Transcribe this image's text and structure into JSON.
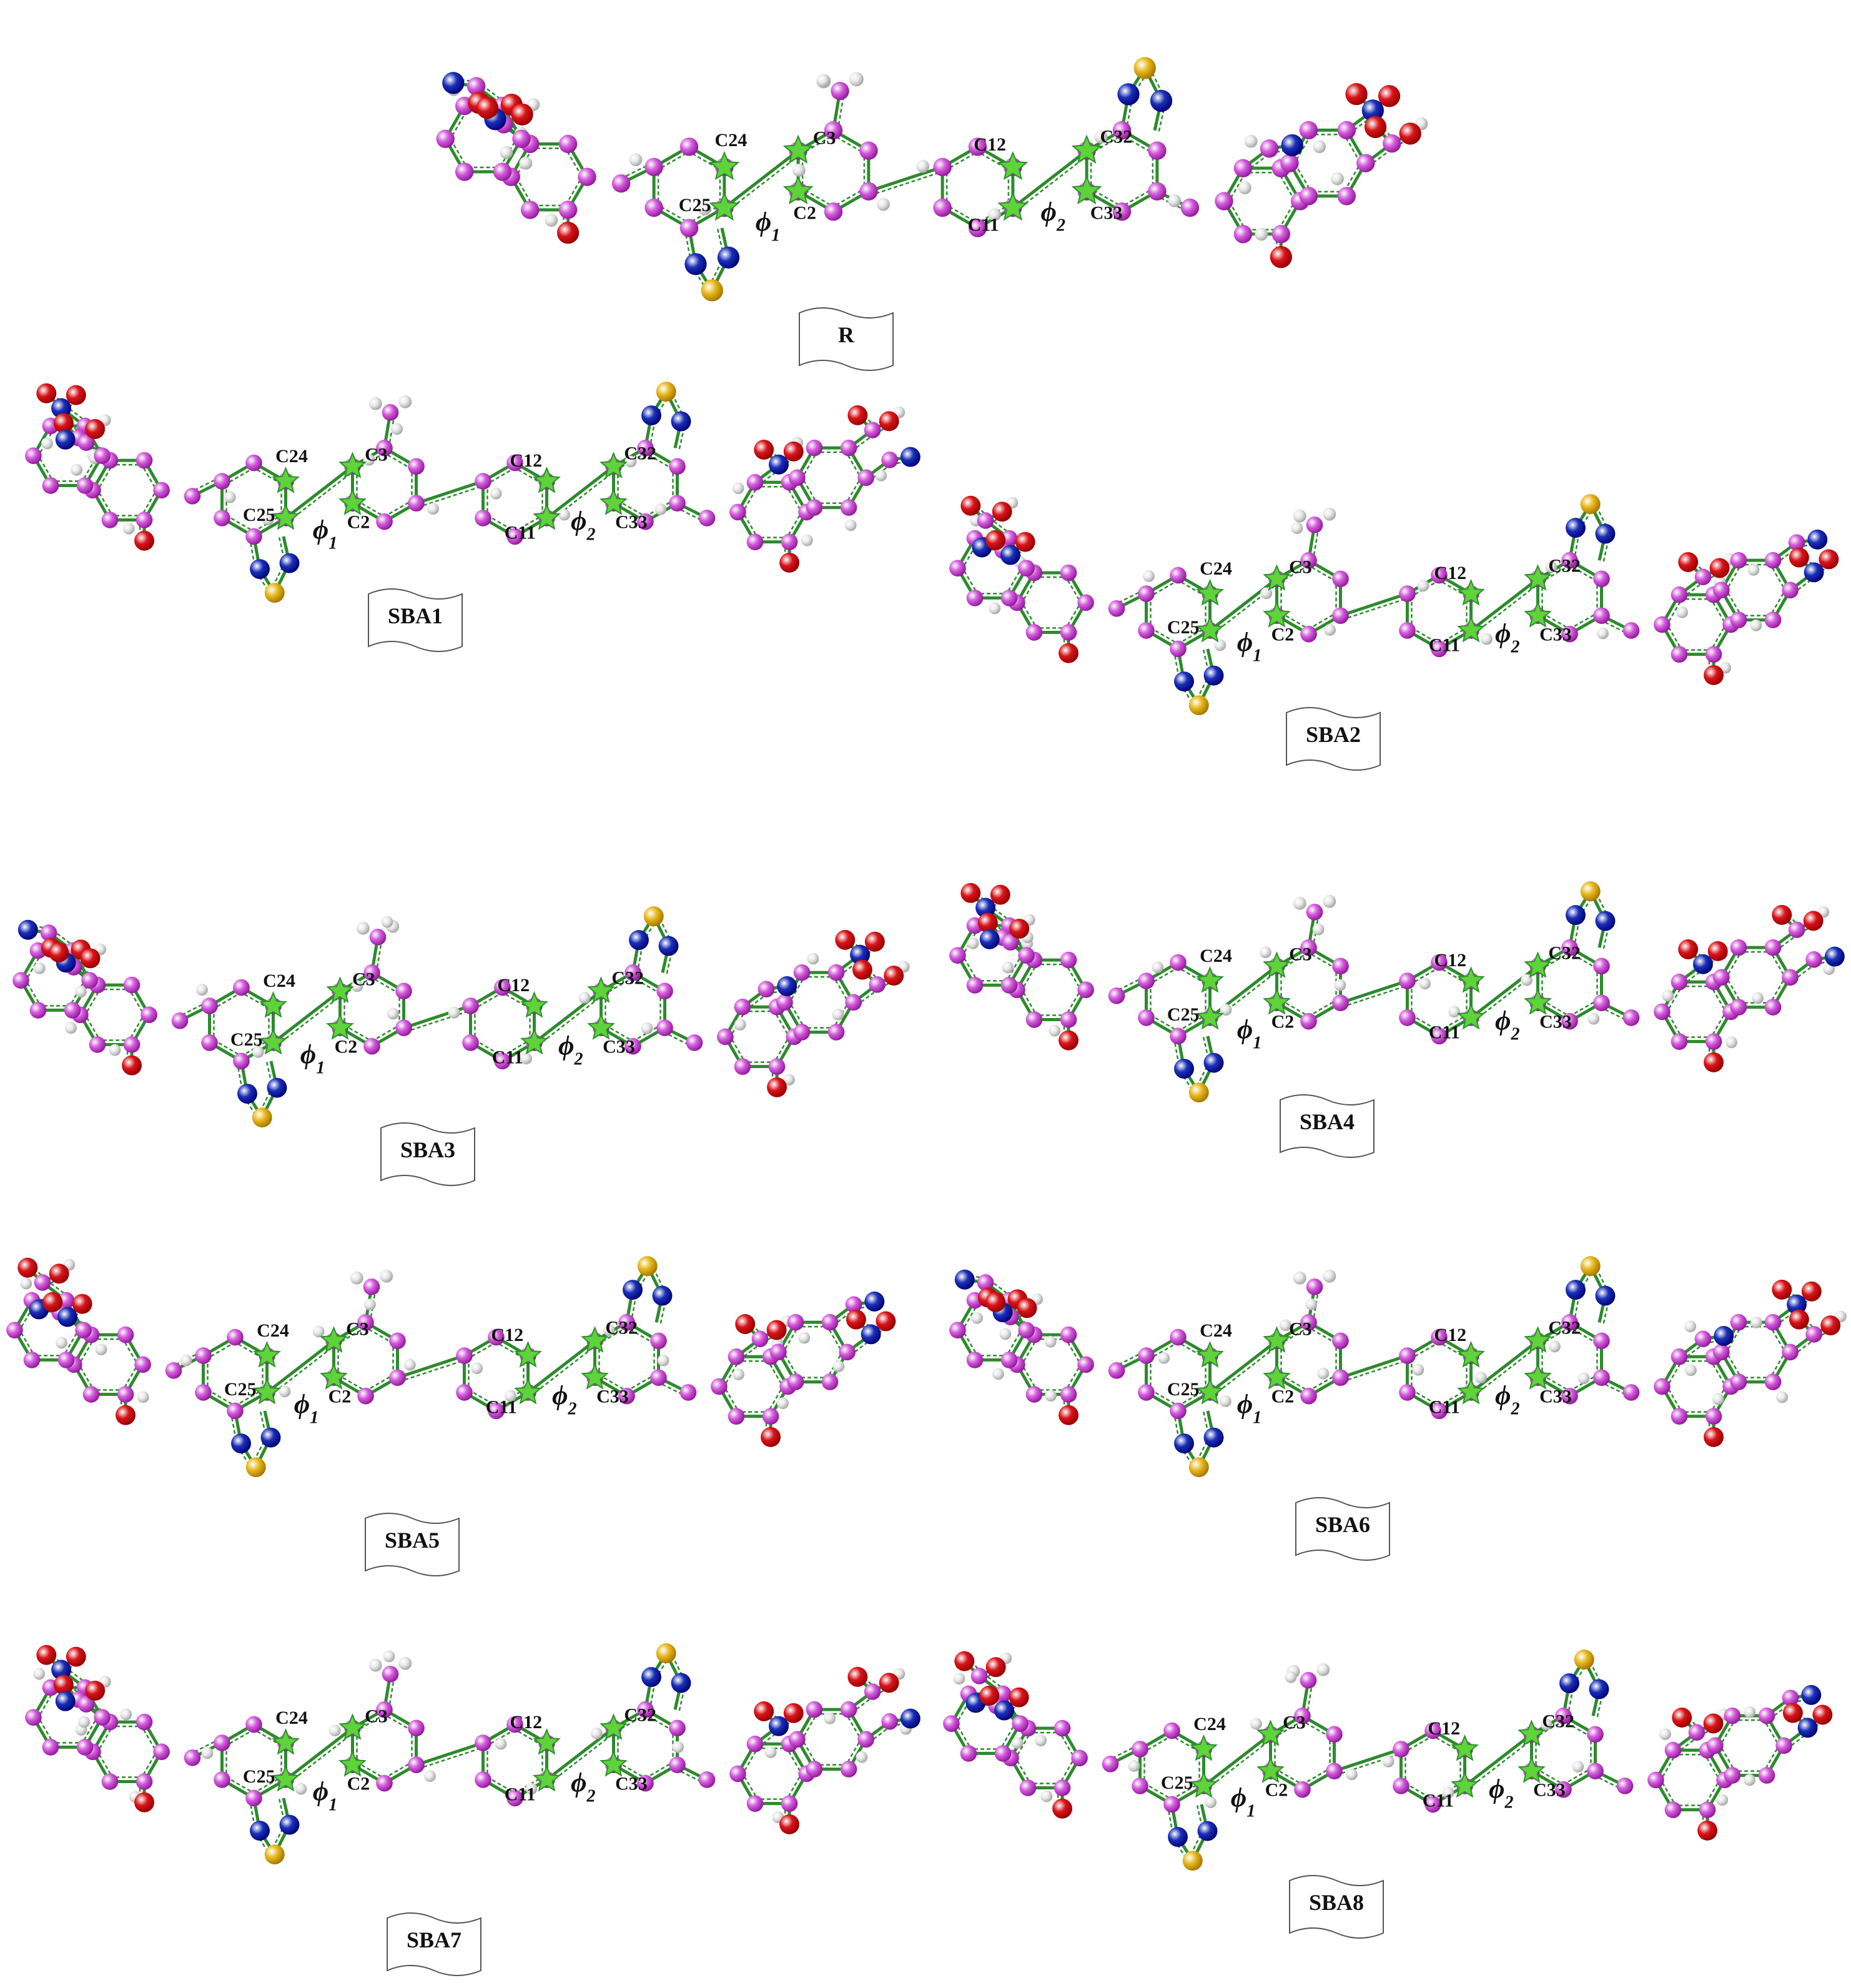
{
  "colors": {
    "carbon": "#d35bdc",
    "hydrogen": "#e8e8e8",
    "nitrogen": "#1a2fb8",
    "oxygen": "#d8141a",
    "sulfur": "#e8b81c",
    "bond": "#2d8a2d",
    "marker": "#5fd33a"
  },
  "icons": {
    "torsion_marker": "star-icon",
    "name_tag": "wavy-flag-icon"
  },
  "molecules": [
    {
      "name": "R",
      "labels": {
        "c24": "C24",
        "c3": "C3",
        "c25": "C25",
        "c2": "C2",
        "phi1": "ϕ1",
        "c12": "C12",
        "c11": "C11",
        "c32": "C32",
        "c33": "C33",
        "phi2": "ϕ2"
      }
    },
    {
      "name": "SBA1",
      "labels": {
        "c24": "C24",
        "c3": "C3",
        "c25": "C25",
        "c2": "C2",
        "phi1": "ϕ1",
        "c12": "C12",
        "c11": "C11",
        "c32": "C32",
        "c33": "C33",
        "phi2": "ϕ2"
      }
    },
    {
      "name": "SBA2",
      "labels": {
        "c24": "C24",
        "c3": "C3",
        "c25": "C25",
        "c2": "C2",
        "phi1": "ϕ1",
        "c12": "C12",
        "c11": "C11",
        "c32": "C32",
        "c33": "C33",
        "phi2": "ϕ2"
      }
    },
    {
      "name": "SBA3",
      "labels": {
        "c24": "C24",
        "c3": "C3",
        "c25": "C25",
        "c2": "C2",
        "phi1": "ϕ1",
        "c12": "C12",
        "c11": "C11",
        "c32": "C32",
        "c33": "C33",
        "phi2": "ϕ2"
      }
    },
    {
      "name": "SBA4",
      "labels": {
        "c24": "C24",
        "c3": "C3",
        "c25": "C25",
        "c2": "C2",
        "phi1": "ϕ1",
        "c12": "C12",
        "c11": "C11",
        "c32": "C32",
        "c33": "C33",
        "phi2": "ϕ2"
      }
    },
    {
      "name": "SBA5",
      "labels": {
        "c24": "C24",
        "c3": "C3",
        "c25": "C25",
        "c2": "C2",
        "phi1": "ϕ1",
        "c12": "C12",
        "c11": "C11",
        "c32": "C32",
        "c33": "C33",
        "phi2": "ϕ2"
      }
    },
    {
      "name": "SBA6",
      "labels": {
        "c24": "C24",
        "c3": "C3",
        "c25": "C25",
        "c2": "C2",
        "phi1": "ϕ1",
        "c12": "C12",
        "c11": "C11",
        "c32": "C32",
        "c33": "C33",
        "phi2": "ϕ2"
      }
    },
    {
      "name": "SBA7",
      "labels": {
        "c24": "C24",
        "c3": "C3",
        "c25": "C25",
        "c2": "C2",
        "phi1": "ϕ1",
        "c12": "C12",
        "c11": "C11",
        "c32": "C32",
        "c33": "C33",
        "phi2": "ϕ2"
      }
    },
    {
      "name": "SBA8",
      "labels": {
        "c24": "C24",
        "c3": "C3",
        "c25": "C25",
        "c2": "C2",
        "phi1": "ϕ1",
        "c12": "C12",
        "c11": "C11",
        "c32": "C32",
        "c33": "C33",
        "phi2": "ϕ2"
      }
    }
  ]
}
